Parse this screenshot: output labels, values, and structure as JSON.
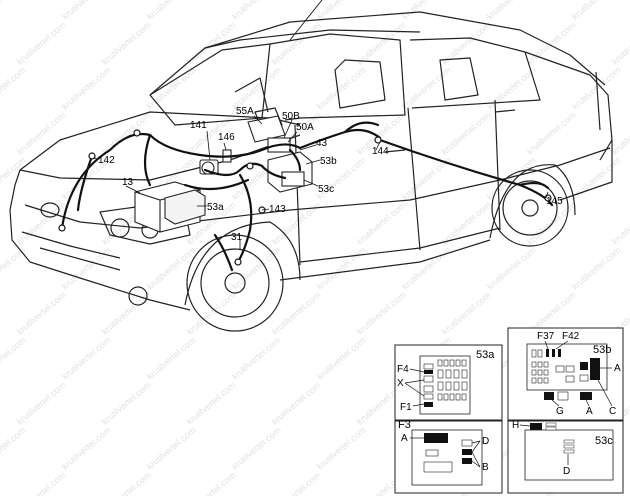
{
  "watermark": "krutilvertel.com",
  "callouts": {
    "c13": "13",
    "c31": "31",
    "c43": "43",
    "c50A": "50A",
    "c50B": "50B",
    "c53a": "53a",
    "c53b": "53b",
    "c53c": "53c",
    "c55A": "55A",
    "c141": "141",
    "c142": "142",
    "c143": "143",
    "c144": "144",
    "c145": "145",
    "c146": "146"
  },
  "insets": {
    "fuse_box_53a": {
      "title": "53a",
      "labels": {
        "F4": "F4",
        "X": "X",
        "F1": "F1"
      }
    },
    "module_53b": {
      "title": "53b",
      "labels": {
        "F37": "F37",
        "F42": "F42",
        "A_right": "A",
        "G": "G",
        "A_bottom": "A",
        "C": "C"
      }
    },
    "connector_F3": {
      "title": "F3",
      "labels": {
        "A": "A",
        "D": "D",
        "B": "B"
      }
    },
    "module_53c": {
      "title": "53c",
      "labels": {
        "H": "H",
        "D": "D"
      }
    }
  }
}
